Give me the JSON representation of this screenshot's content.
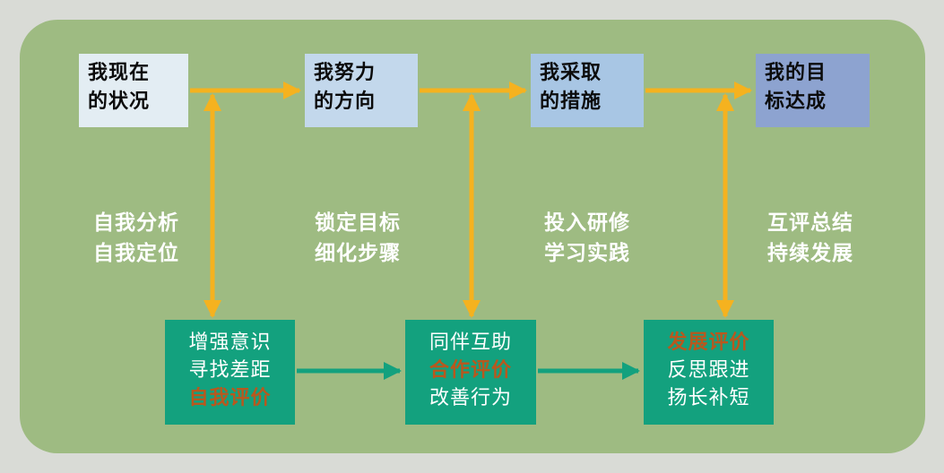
{
  "flow": {
    "stage1": {
      "line1": "我现在",
      "line2": "的状况"
    },
    "stage2": {
      "line1": "我努力",
      "line2": "的方向"
    },
    "stage3": {
      "line1": "我采取",
      "line2": "的措施"
    },
    "stage4": {
      "line1": "我的目",
      "line2": "标达成"
    }
  },
  "transitions": {
    "t1": {
      "line1": "自我分析",
      "line2": "自我定位"
    },
    "t2": {
      "line1": "锁定目标",
      "line2": "细化步骤"
    },
    "t3": {
      "line1": "投入研修",
      "line2": "学习实践"
    },
    "t4": {
      "line1": "互评总结",
      "line2": "持续发展"
    }
  },
  "evaluation": {
    "e1": {
      "line1": "增强意识",
      "line2": "寻找差距",
      "line3": "自我评价"
    },
    "e2": {
      "line1": "同伴互助",
      "line2": "合作评价",
      "line3": "改善行为"
    },
    "e3": {
      "line1": "发展评价",
      "line2": "反思跟进",
      "line3": "扬长补短"
    }
  },
  "colors": {
    "panel": "#9ebb82",
    "orange_arrow": "#f5b21f",
    "teal_arrow": "#13a17e",
    "teal_box": "#13a17e",
    "highlight_text": "#b8581e"
  }
}
